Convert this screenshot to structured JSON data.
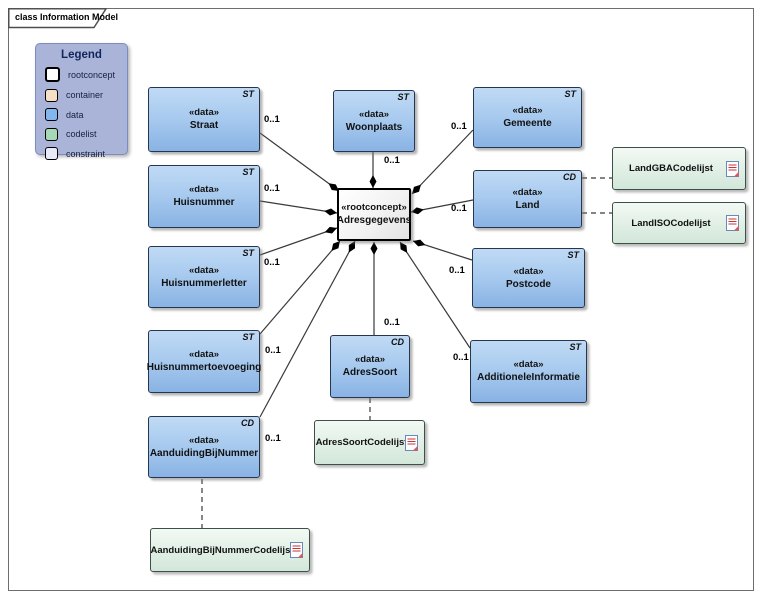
{
  "frame": {
    "title": "class Information Model"
  },
  "legend": {
    "title": "Legend",
    "items": [
      {
        "label": "rootconcept",
        "color": "#ffffff"
      },
      {
        "label": "container",
        "color": "#f5dfc6"
      },
      {
        "label": "data",
        "color": "#82b6ec"
      },
      {
        "label": "codelist",
        "color": "#a5d9b6"
      },
      {
        "label": "constraint",
        "color": "#e9eaf8"
      }
    ]
  },
  "root": {
    "stereotype": "«rootconcept»",
    "name": "Adresgegevens"
  },
  "multiplicity": "0..1",
  "nodes": [
    {
      "stereotype": "«data»",
      "name": "Straat",
      "tag": "ST"
    },
    {
      "stereotype": "«data»",
      "name": "Huisnummer",
      "tag": "ST"
    },
    {
      "stereotype": "«data»",
      "name": "Huisnummerletter",
      "tag": "ST"
    },
    {
      "stereotype": "«data»",
      "name": "Huisnummertoevoeging",
      "tag": "ST"
    },
    {
      "stereotype": "«data»",
      "name": "AanduidingBijNummer",
      "tag": "CD"
    },
    {
      "stereotype": "«data»",
      "name": "Woonplaats",
      "tag": "ST"
    },
    {
      "stereotype": "«data»",
      "name": "AdresSoort",
      "tag": "CD"
    },
    {
      "stereotype": "«data»",
      "name": "Gemeente",
      "tag": "ST"
    },
    {
      "stereotype": "«data»",
      "name": "Land",
      "tag": "CD"
    },
    {
      "stereotype": "«data»",
      "name": "Postcode",
      "tag": "ST"
    },
    {
      "stereotype": "«data»",
      "name": "AdditioneleInformatie",
      "tag": "ST"
    }
  ],
  "codelists": [
    {
      "name": "LandGBACodelijst"
    },
    {
      "name": "LandISOCodelijst"
    },
    {
      "name": "AdresSoortCodelijst"
    },
    {
      "name": "AanduidingBijNummerCodelijst"
    }
  ],
  "colors": {
    "data_fill": "#9ec3ec",
    "data_border": "#26364f",
    "codelist_fill": "#e0eee5",
    "codelist_border": "#3c4f48",
    "rootconcept_fill": "#f4f4f4",
    "rootconcept_border": "#000000",
    "legend_bg": "#a9b4d8",
    "connector": "#3a3a3a"
  }
}
